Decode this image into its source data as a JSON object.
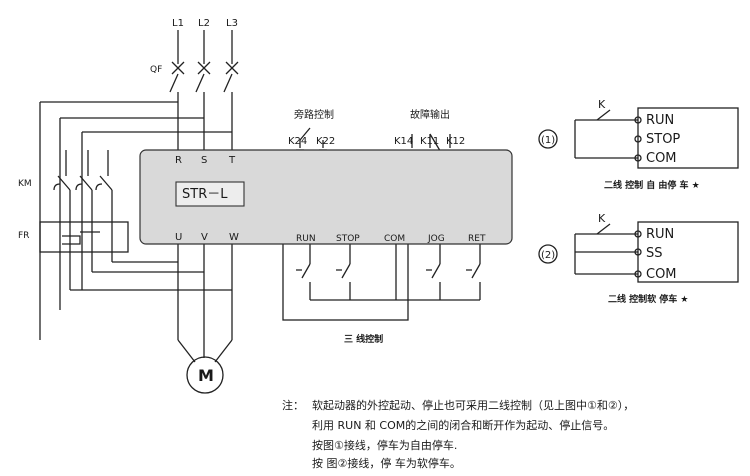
{
  "supply": {
    "l1": "L1",
    "l2": "L2",
    "l3": "L3",
    "breaker": "QF"
  },
  "contactor": {
    "km": "KM",
    "fr": "FR"
  },
  "starter": {
    "model": "STR－L",
    "inputs": [
      "R",
      "S",
      "T"
    ],
    "outputs": [
      "U",
      "V",
      "W"
    ],
    "bypass_title": "旁路控制",
    "bypass_terms": [
      "K24",
      "K22"
    ],
    "fault_title": "故障输出",
    "fault_terms": [
      "K14",
      "K11",
      "K12"
    ],
    "control_terms": [
      "RUN",
      "STOP",
      "COM",
      "JOG",
      "RET"
    ],
    "three_wire_caption": "三 线控制"
  },
  "motor": {
    "label": "M"
  },
  "two_wire": {
    "one": {
      "index": "(1)",
      "switch": "K",
      "terms": [
        "RUN",
        "STOP",
        "COM"
      ],
      "caption": "二线 控制 自 由停 车 ★"
    },
    "two": {
      "index": "(2)",
      "switch": "K",
      "terms": [
        "RUN",
        "SS",
        "COM"
      ],
      "caption": "二线 控制软 停车 ★"
    }
  },
  "note": {
    "marker": "注：",
    "line1": "软起动器的外控起动、停止也可采用二线控制（见上图中①和②），",
    "line2": "利用 RUN  和 COM的之间的闭合和断开作为起动、停止信号。",
    "line3": "按图①接线，停车为自由停车.",
    "line4": "按 图②接线，停  车为软停车。"
  }
}
